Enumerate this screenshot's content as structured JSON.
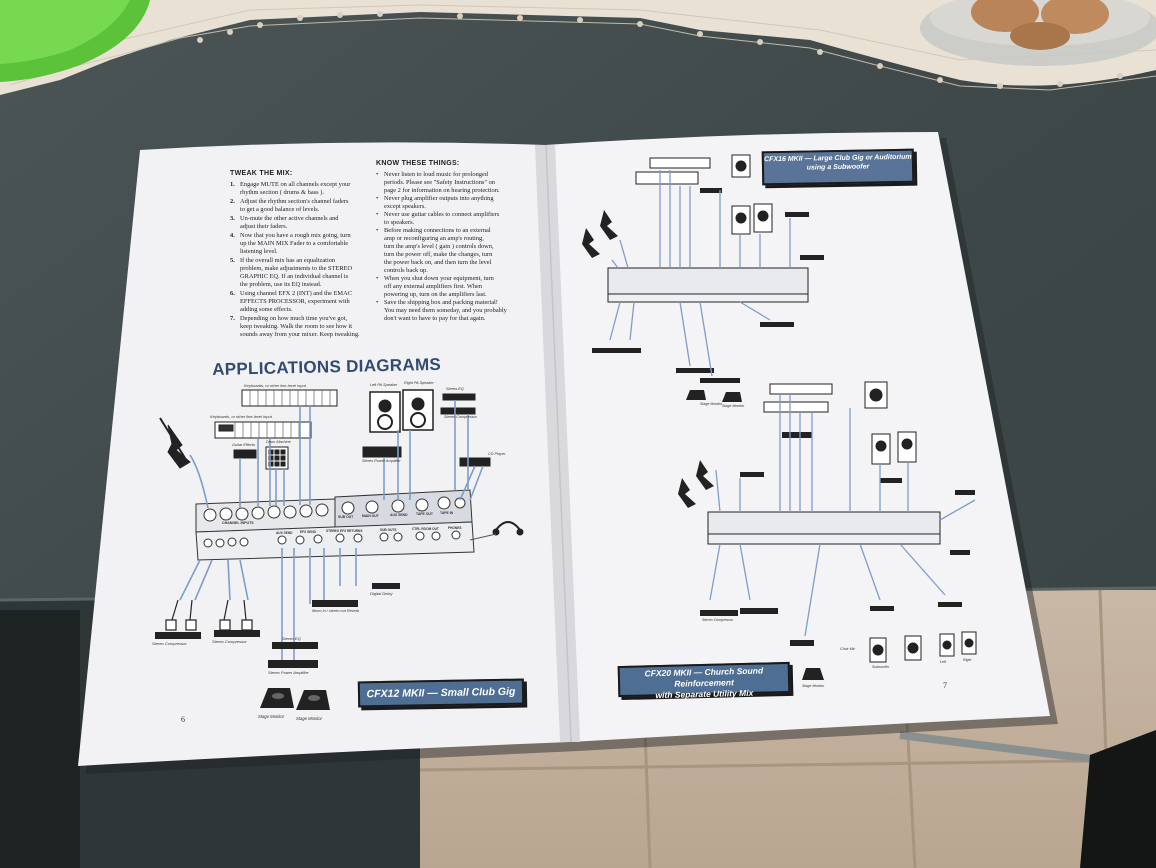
{
  "left_page": {
    "tweak_heading": "TWEAK THE MIX:",
    "tweak_items": [
      {
        "num": "1.",
        "lines": [
          "Engage MUTE on all channels except your",
          "rhythm section ( drums & bass )."
        ]
      },
      {
        "num": "2.",
        "lines": [
          "Adjust the rhythm section's channel faders",
          "to get a good balance of levels."
        ]
      },
      {
        "num": "3.",
        "lines": [
          "Un-mute the other active channels and",
          "adjust their faders."
        ]
      },
      {
        "num": "4.",
        "lines": [
          "Now that you have a rough mix going, turn",
          "up the MAIN MIX Fader to a comfortable",
          "listening level."
        ]
      },
      {
        "num": "5.",
        "lines": [
          "If the overall mix has an equalization",
          "problem, make adjustments to the STEREO",
          "GRAPHIC EQ. If an individual channel is",
          "the problem, use its EQ instead."
        ]
      },
      {
        "num": "6.",
        "lines": [
          "Using channel EFX 2 (INT) and the EMAC",
          "EFFECTS PROCESSOR, experiment with",
          "adding some effects."
        ]
      },
      {
        "num": "7.",
        "lines": [
          "Depending on how much time you've got,",
          "keep tweaking. Walk the room to see how it",
          "sounds away from your mixer. Keep tweaking."
        ]
      }
    ],
    "know_heading": "KNOW THESE THINGS:",
    "know_items": [
      [
        "Never listen to loud music for prolonged",
        "periods. Please see \"Safety Instructions\" on",
        "page 2 for information on hearing protection."
      ],
      [
        "Never plug amplifier outputs into anything",
        "except speakers."
      ],
      [
        "Never use guitar cables to connect amplifiers",
        "to speakers."
      ],
      [
        "Before making connections to an external",
        "amp or reconfiguring an amp's routing,",
        "turn the amp's level ( gain ) controls down,",
        "turn the power off, make the changes, turn",
        "the power back on, and then turn the level",
        "controls back up."
      ],
      [
        "When you shut down your equipment, turn",
        "off any external amplifiers first. When",
        "powering up, turn on the amplifiers last."
      ],
      [
        "Save the shipping box and packing material!",
        "You may need them someday, and you probably",
        "don't want to have to pay for that again."
      ]
    ],
    "applications_title": "APPLICATIONS DIAGRAMS",
    "caption": "CFX12 MKII — Small Club Gig",
    "page_number": "6",
    "labels": {
      "keys_top": "Keyboards, or other line-level input",
      "keys_mid": "Keyboards, or other line-level input",
      "guitar_effects": "Guitar Effects",
      "drum_machine": "Drum Machine",
      "left_spk": "Left PA Speaker",
      "right_spk": "Right PA Speaker",
      "stereo_eq_top": "Stereo EQ",
      "stereo_comp": "Stereo Compressor",
      "stereo_amp_top": "Stereo Power Amplifier",
      "cd_player": "CD Player",
      "channel_inputs": "CHANNEL INPUTS",
      "digital_delay": "Digital Delay",
      "mono_reverb": "Mono In / stereo out Reverb",
      "stereo_comp_l": "Stereo Compressor",
      "stereo_comp_r": "Stereo Compressor",
      "stereo_eq_bot": "Stereo EQ",
      "stereo_amp_bot": "Stereo Power Amplifier",
      "monitor_l": "Stage Monitor",
      "monitor_r": "Stage Monitor",
      "panel_sub_out": "SUB OUT",
      "panel_main_out": "MAIN OUT",
      "panel_aux_send": "AUX SEND",
      "panel_tape_out": "TAPE OUT",
      "panel_tape_in": "TAPE IN",
      "panel_aux_send2": "AUX SEND",
      "panel_efx_send": "EFX SEND",
      "panel_stereo_efx": "STEREO EFX RETURNS",
      "panel_sub_outs": "SUB OUTS",
      "panel_ctrl_out": "CTRL ROOM OUT",
      "panel_phones": "PHONES"
    }
  },
  "right_page": {
    "caption_top_line1": "CFX16 MKII — Large Club Gig or Auditorium",
    "caption_top_line2": "using a Subwoofer",
    "caption_bottom_line1": "CFX20 MKII — Church Sound Reinforcement",
    "caption_bottom_line2": "with Separate Utility Mix",
    "page_number": "7",
    "labels": {
      "choir_mic": "Choir Mic",
      "left_right": "Left  Right",
      "sub": "Subwoofer",
      "stage_monitor_a": "Stage Monitor",
      "stage_monitor_b": "Stage Monitor",
      "stereo_comp": "Stereo Compressor",
      "stage_monitor_c": "Stage Monitor",
      "stage_left": "Left",
      "stage_right": "Right"
    }
  },
  "colors": {
    "table": "#3f4849",
    "paper": "#f1f1f3",
    "caption_blue": "#4f6e93",
    "cable_blue": "#6d93c9",
    "ink": "#1b1b1b"
  }
}
